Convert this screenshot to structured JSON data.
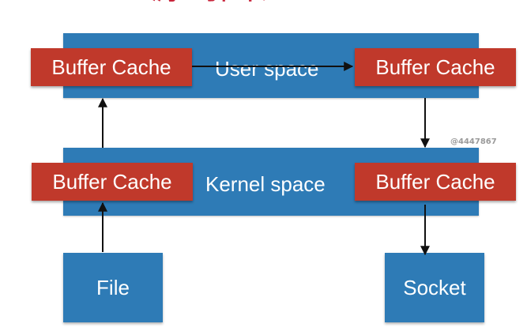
{
  "title": "源码图、sendfile",
  "user_band": {
    "label": "User space"
  },
  "kernel_band": {
    "label": "Kernel space"
  },
  "caches": {
    "user_left": "Buffer Cache",
    "user_right": "Buffer Cache",
    "kernel_left": "Buffer Cache",
    "kernel_right": "Buffer Cache"
  },
  "file_box": {
    "label": "File"
  },
  "socket_box": {
    "label": "Socket"
  },
  "watermark": "@4447867",
  "colors": {
    "blue": "#2e7bb6",
    "red": "#c0392b",
    "title_red": "#c8243a"
  }
}
